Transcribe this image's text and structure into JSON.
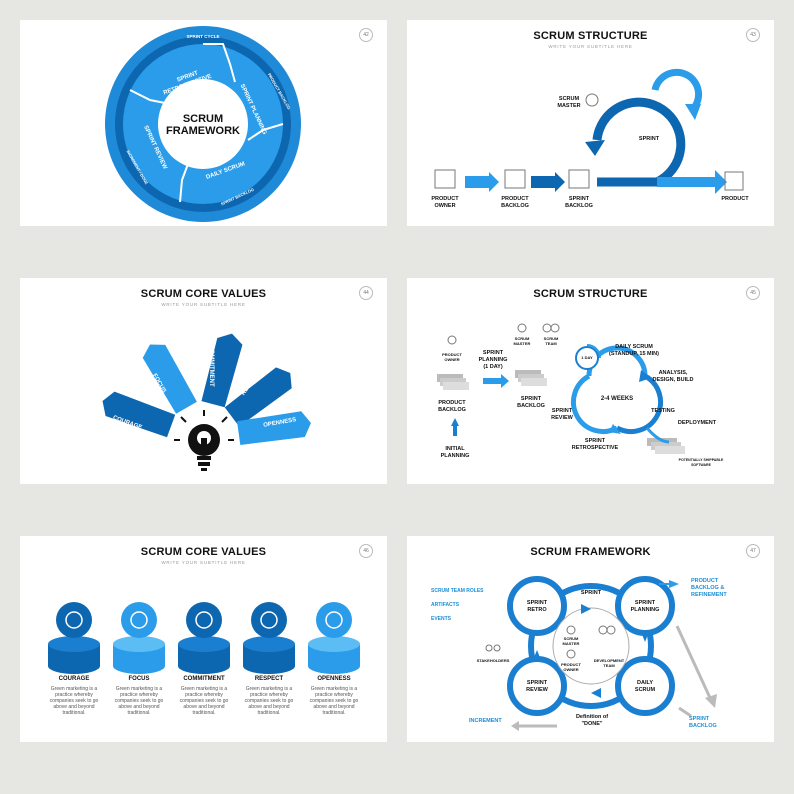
{
  "colors": {
    "dark": "#0a5ea8",
    "mid": "#1a7fd0",
    "light": "#3aaef0",
    "bg": "#e6e6e3"
  },
  "s1": {
    "page": "42",
    "center": "SCRUM\nFRAMEWORK",
    "seg_retro": "SPRINT\nRETROSPECTIVE",
    "seg_plan": "SPRINT PLANNING",
    "seg_daily": "DAILY SCRUM",
    "seg_review": "SPRINT REVIEW",
    "ring_cycle": "SPRINT CYCLE",
    "ring_backlog": "PRODUCT BACKLOG",
    "ring_sprint_backlog": "SPRINT BACKLOG",
    "ring_increment": "INCREMENT / DONE"
  },
  "s2": {
    "page": "43",
    "title": "SCRUM STRUCTURE",
    "subtitle": "WRITE YOUR SUBTITLE HERE",
    "master": "SCRUM\nMASTER",
    "owner": "PRODUCT\nOWNER",
    "pbacklog": "PRODUCT\nBACKLOG",
    "sbacklog": "SPRINT\nBACKLOG",
    "sprint": "SPRINT",
    "product": "PRODUCT"
  },
  "s3": {
    "page": "44",
    "title": "SCRUM CORE VALUES",
    "subtitle": "WRITE YOUR SUBTITLE HERE",
    "v1": "COURAGE",
    "v2": "FOCUS",
    "v3": "COMMITMENT",
    "v4": "RESPECT",
    "v5": "OPENNESS"
  },
  "s4": {
    "page": "45",
    "title": "SCRUM STRUCTURE",
    "owner": "PRODUCT\nOWNER",
    "master": "SCRUM\nMASTER",
    "team": "SCRUM\nTEAM",
    "planning": "SPRINT\nPLANNING\n(1 DAY)",
    "pbacklog": "PRODUCT\nBACKLOG",
    "sbacklog": "SPRINT\nBACKLOG",
    "initial": "INITIAL\nPLANNING",
    "day": "1 DAY",
    "daily": "DAILY SCRUM\n(STANDUP, 15 MIN)",
    "weeks": "2-4 WEEKS",
    "analysis": "ANALYSIS,\nDESIGN, BUILD",
    "testing": "TESTING",
    "review": "SPRINT\nREVIEW",
    "retro": "SPRINT\nRETROSPECTIVE",
    "deploy": "DEPLOYMENT",
    "ship": "POTENTIALLY SHIPPABLE\nSOFTWARE"
  },
  "s5": {
    "page": "46",
    "title": "SCRUM CORE VALUES",
    "subtitle": "WRITE YOUR SUBTITLE HERE",
    "desc": "Green marketing is a practice whereby companies seek to go above and beyond traditional.",
    "items": [
      "COURAGE",
      "FOCUS",
      "COMMITMENT",
      "RESPECT",
      "OPENNESS"
    ]
  },
  "s6": {
    "page": "47",
    "title": "SCRUM FRAMEWORK",
    "roles": "SCRUM TEAM ROLES",
    "artifacts": "ARTIFACTS",
    "events": "EVENTS",
    "sprint": "SPRINT",
    "retro": "SPRINT\nRETRO",
    "planning": "SPRINT\nPLANNING",
    "review": "SPRINT\nREVIEW",
    "daily": "DAILY\nSCRUM",
    "master": "SCRUM\nMASTER",
    "owner": "PRODUCT\nOWNER",
    "devteam": "DEVELOPMENT\nTEAM",
    "stake": "STAKEHOLDERS",
    "pbr": "PRODUCT\nBACKLOG &\nREFINEMENT",
    "sbl": "SPRINT\nBACKLOG",
    "inc": "INCREMENT",
    "dod": "Definition of\n\"DONE\""
  }
}
